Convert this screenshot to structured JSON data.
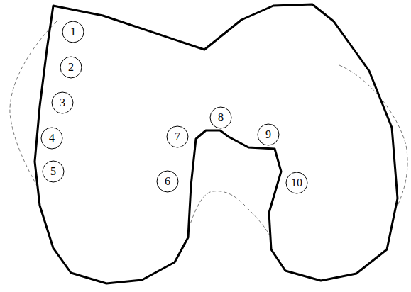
{
  "diagram": {
    "nodes": [
      {
        "text": [
          "1"
        ]
      },
      {
        "text": [
          "2"
        ]
      },
      {
        "text": [
          "3"
        ]
      },
      {
        "text": [
          "4"
        ]
      },
      {
        "text": [
          "5"
        ]
      },
      {
        "text": [
          "6"
        ]
      },
      {
        "text": [
          "7"
        ]
      },
      {
        "text": [
          "8"
        ]
      },
      {
        "text": [
          "9"
        ]
      },
      {
        "text": [
          "10"
        ]
      }
    ]
  }
}
